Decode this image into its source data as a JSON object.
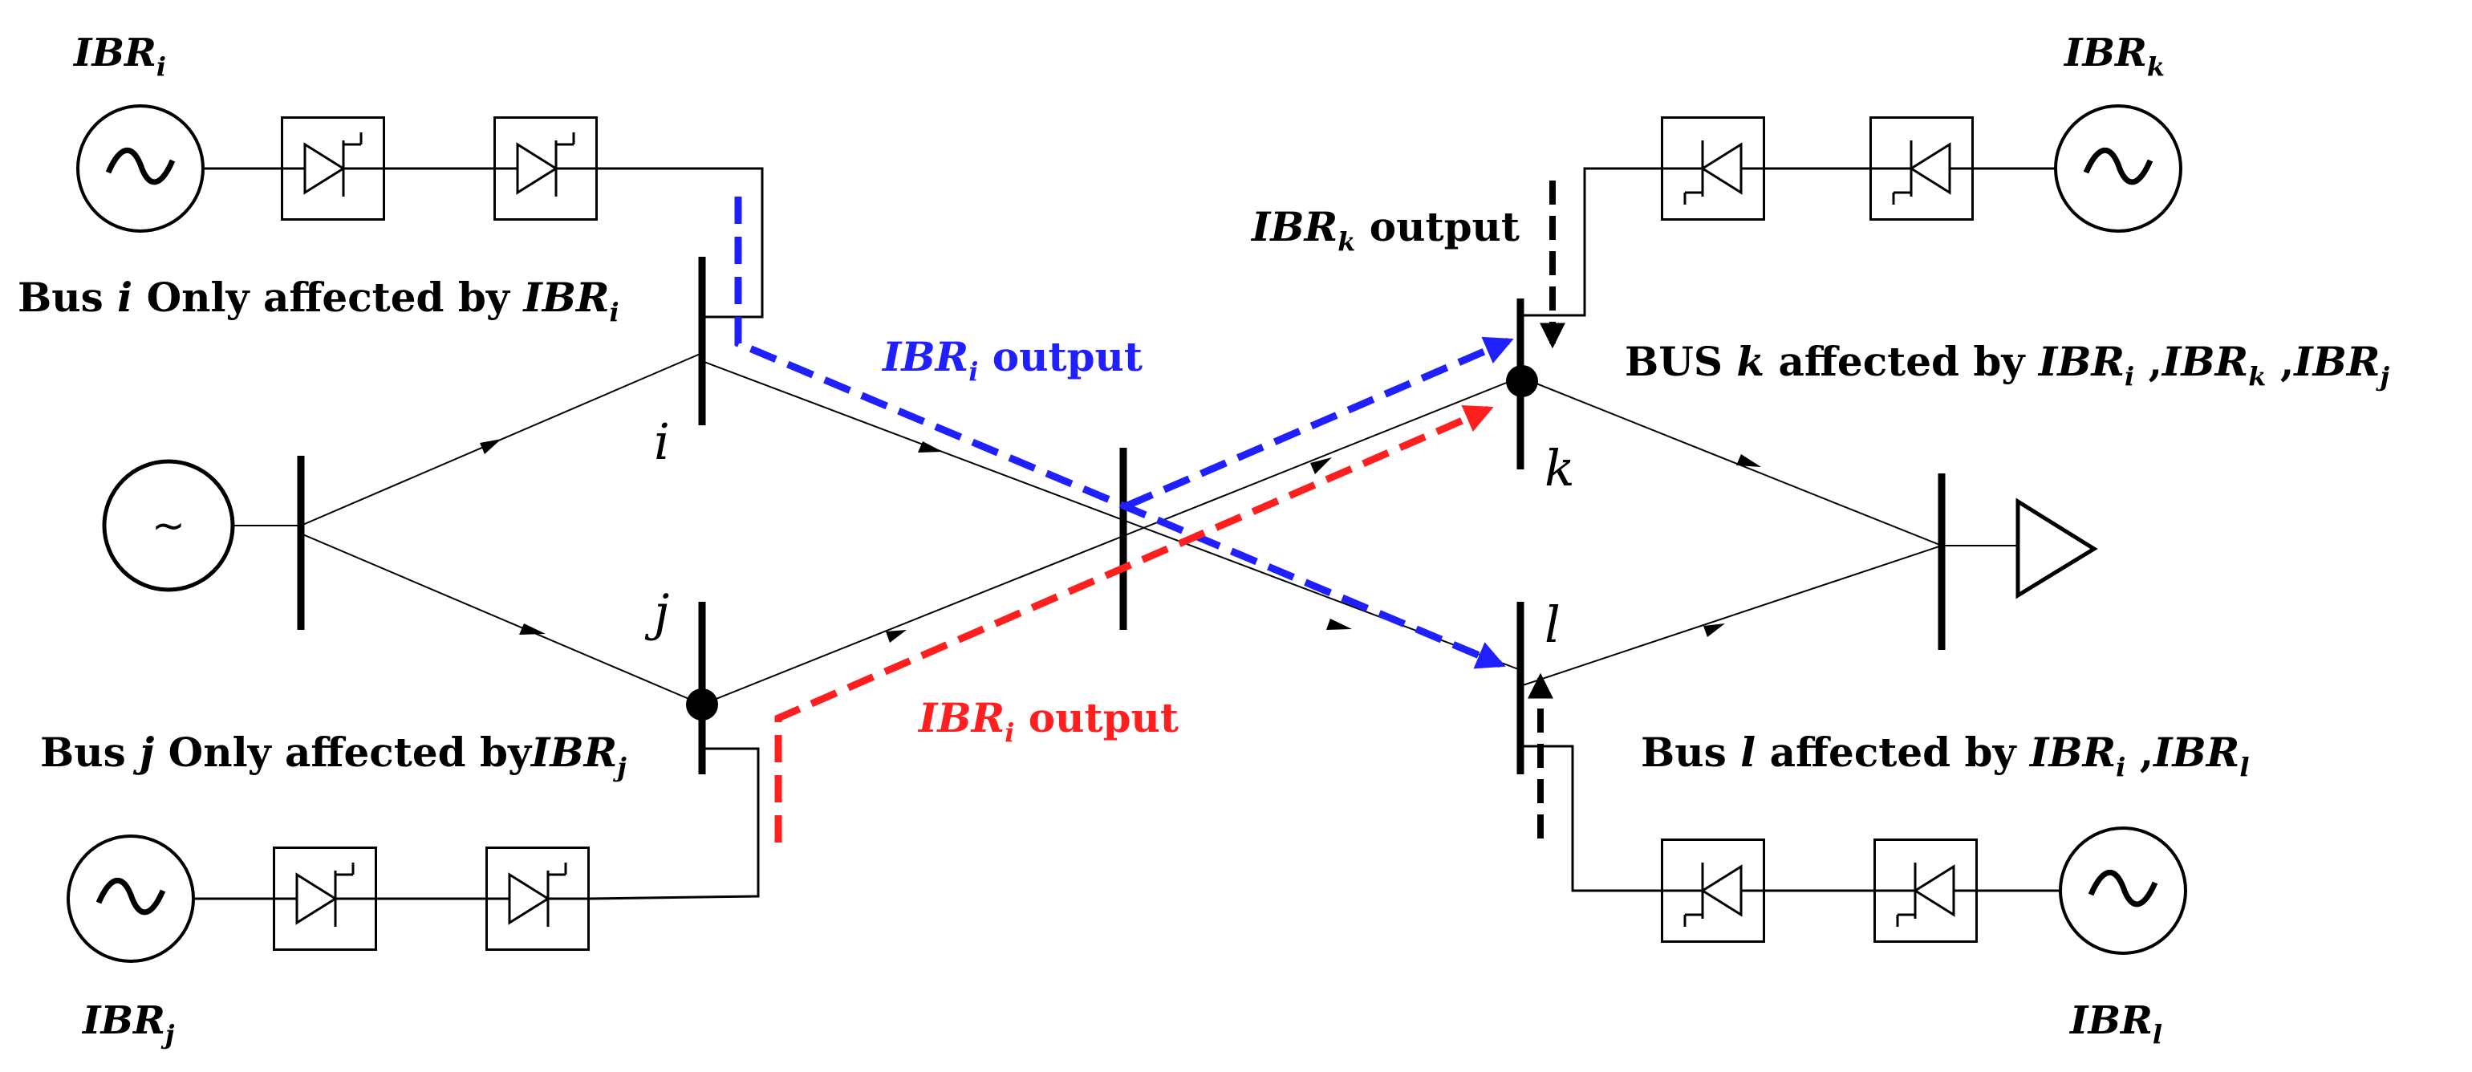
{
  "colors": {
    "black": "#000000",
    "blue": "#1f1fff",
    "red": "#ff1f1f"
  },
  "ibr_labels": {
    "i": {
      "base": "IBR",
      "sub": "i"
    },
    "j": {
      "base": "IBR",
      "sub": "j"
    },
    "k": {
      "base": "IBR",
      "sub": "k"
    },
    "l": {
      "base": "IBR",
      "sub": "l"
    }
  },
  "bus_letters": {
    "i": "i",
    "j": "j",
    "k": "k",
    "l": "l"
  },
  "annotations": {
    "bus_i": {
      "pre": "Bus ",
      "var": "i",
      "mid": " Only affected by ",
      "base": "IBR",
      "sub": "i"
    },
    "bus_j": {
      "pre": "Bus ",
      "var": "j",
      "mid": " Only affected by",
      "base": "IBR",
      "sub": "j"
    },
    "bus_k": {
      "pre": "BUS ",
      "var": "k",
      "mid": " affected by ",
      "b1": "IBR",
      "s1": "i",
      "sep1": " ,",
      "b2": "IBR",
      "s2": "k",
      "sep2": " ,",
      "b3": "IBR",
      "s3": "j"
    },
    "bus_l": {
      "pre": "Bus ",
      "var": "l",
      "mid": " affected by ",
      "b1": "IBR",
      "s1": "i",
      "sep1": " ,",
      "b2": "IBR",
      "s2": "l"
    },
    "out_blue": {
      "base": "IBR",
      "sub": "i",
      "post": " output"
    },
    "out_red": {
      "base": "IBR",
      "sub": "i",
      "post": " output"
    },
    "out_k": {
      "base": "IBR",
      "sub": "k",
      "post": " output"
    }
  },
  "glyphs": {
    "ac_source": "~"
  }
}
